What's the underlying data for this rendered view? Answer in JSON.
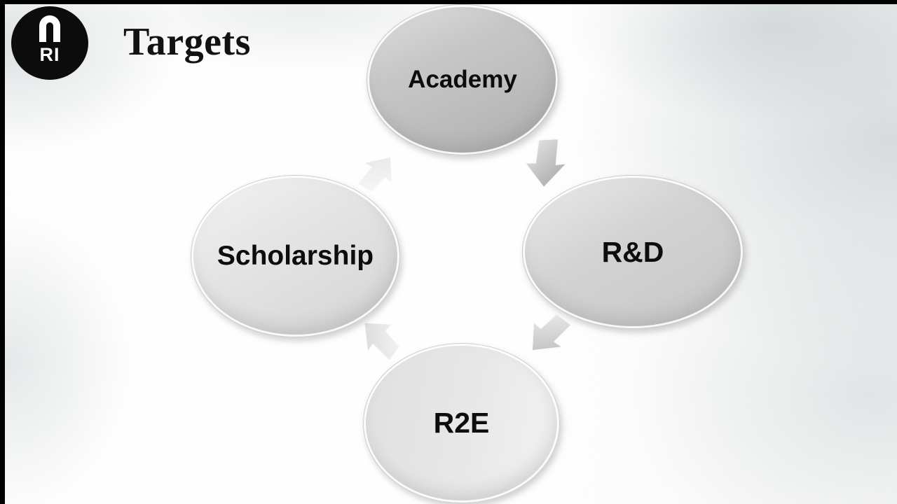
{
  "slide": {
    "title": "Targets",
    "logo": {
      "text": "RI"
    }
  },
  "diagram": {
    "type": "cycle",
    "flow": "clockwise",
    "nodes": [
      {
        "label": "Academy",
        "position": "top"
      },
      {
        "label": "R&D",
        "position": "right"
      },
      {
        "label": "R2E",
        "position": "bottom"
      },
      {
        "label": "Scholarship",
        "position": "left"
      }
    ],
    "connections": [
      {
        "from": "Academy",
        "to": "R&D"
      },
      {
        "from": "R&D",
        "to": "R2E"
      },
      {
        "from": "R2E",
        "to": "Scholarship"
      },
      {
        "from": "Scholarship",
        "to": "Academy"
      }
    ]
  },
  "colors": {
    "edge_bars": "#000000",
    "logo_bg": "#0c0c0c",
    "logo_fg": "#ffffff",
    "title_text": "#121212",
    "node_text": "#0d0d0d",
    "node_fill_top": "#bfbfbf",
    "node_fill_right": "#cccccc",
    "node_fill_left": "#e0e0e0",
    "node_fill_bottom": "#e7e7e7",
    "arrow_fill": "#bdbdbd",
    "background": "#ffffff",
    "background_texture": "#c5cccf"
  }
}
